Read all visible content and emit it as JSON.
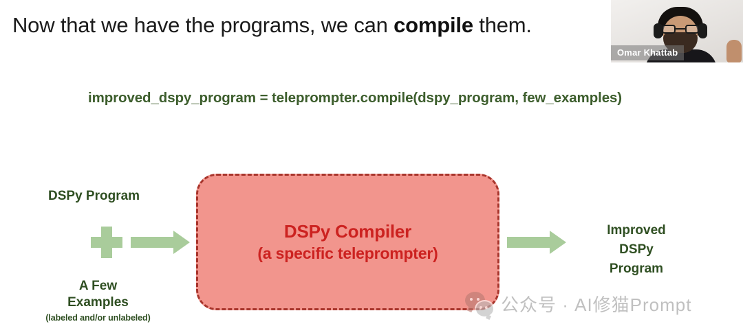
{
  "slide": {
    "headline": {
      "before": "Now that we have the programs, we can ",
      "emphasis": "compile",
      "after": " them."
    },
    "code_line": "improved_dspy_program = teleprompter.compile(dspy_program, few_examples)"
  },
  "diagram": {
    "input_label": "DSPy Program",
    "plus_icon": "plus-icon",
    "examples_label": "A Few\nExamples",
    "examples_title_line1": "A Few",
    "examples_title_line2": "Examples",
    "examples_subtitle": "(labeled and/or unlabeled)",
    "compiler_title": "DSPy Compiler",
    "compiler_subtitle": "(a specific teleprompter)",
    "output_line1": "Improved",
    "output_line2": "DSPy",
    "output_line3": "Program",
    "colors": {
      "green_text": "#2f4f22",
      "green_arrow": "#a9cc9b",
      "box_fill": "#f2958d",
      "box_border": "#a8352c",
      "box_text": "#cc2220",
      "code_text": "#3d5e2d"
    }
  },
  "watermark": {
    "icon": "wechat-icon",
    "text": "公众号 · AI修猫Prompt"
  },
  "webcam": {
    "participant_name": "Omar Khattab"
  }
}
